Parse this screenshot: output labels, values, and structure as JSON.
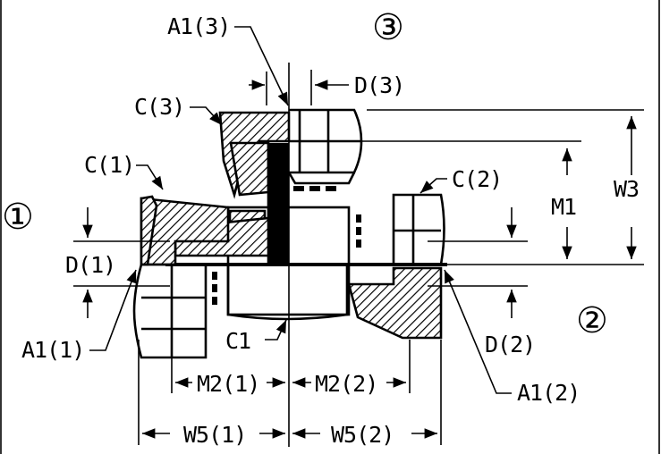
{
  "labels": {
    "port1": "①",
    "port2": "②",
    "port3": "③",
    "a1_3": "A1(3)",
    "d3": "D(3)",
    "c3": "C(3)",
    "c1_label": "C(1)",
    "c2": "C(2)",
    "m1": "M1",
    "w3": "W3",
    "d1": "D(1)",
    "a1_1": "A1(1)",
    "c1": "C1",
    "d2": "D(2)",
    "a1_2": "A1(2)",
    "m2_1": "M2(1)",
    "m2_2": "M2(2)",
    "w5_1": "W5(1)",
    "w5_2": "W5(2)"
  }
}
